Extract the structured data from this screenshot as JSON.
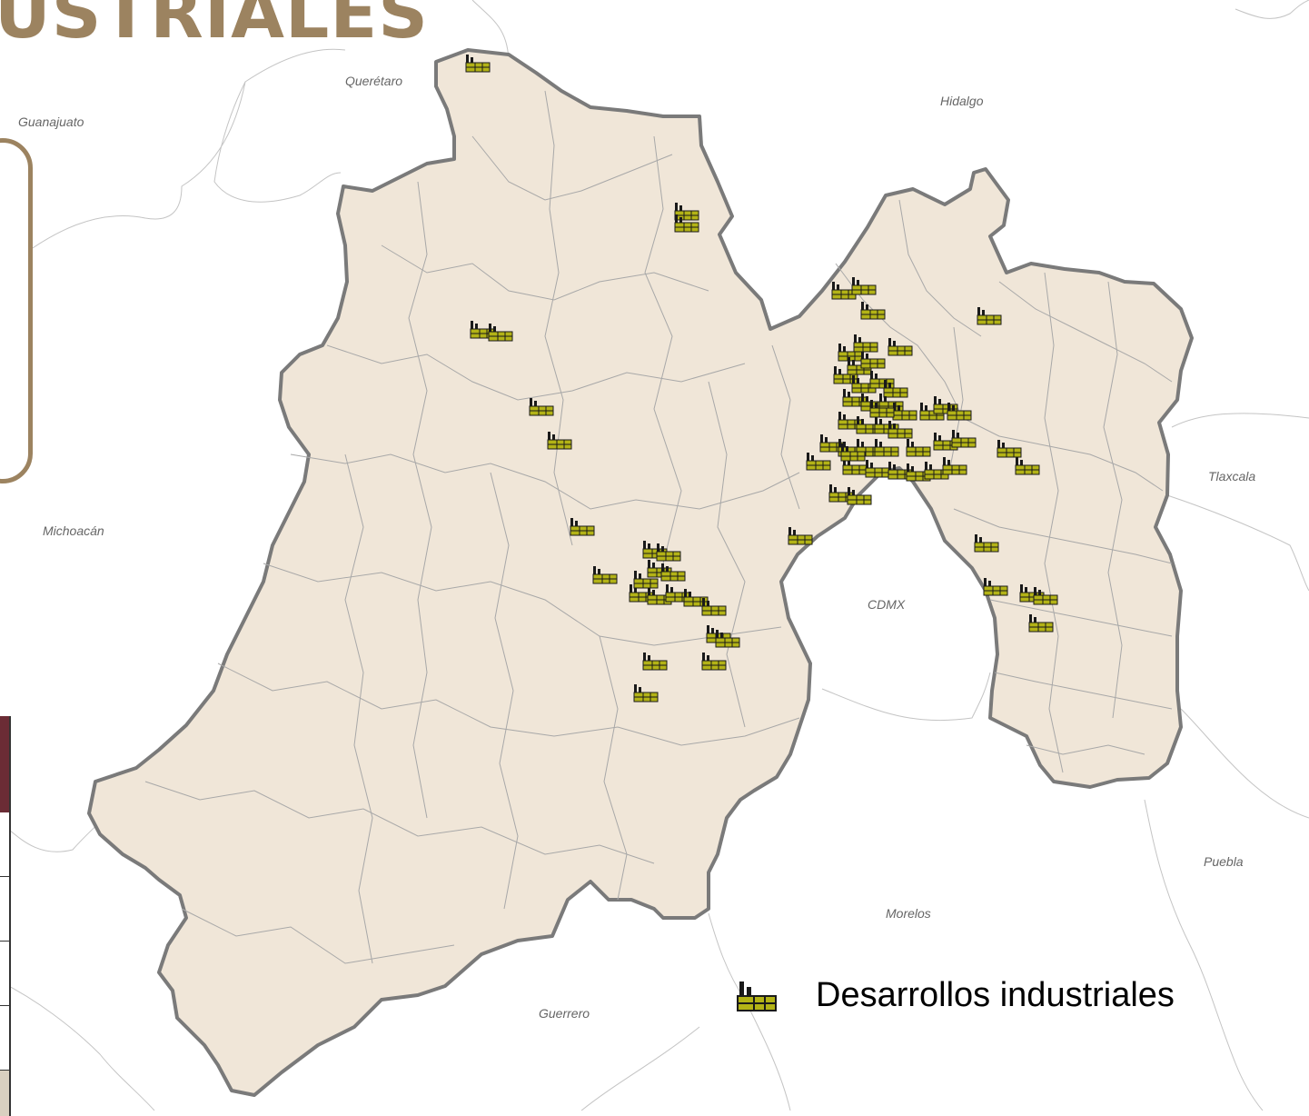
{
  "title_partial": "USTRIALES",
  "states": [
    {
      "name": "Querétaro"
    },
    {
      "name": "Guanajuato"
    },
    {
      "name": "Hidalgo"
    },
    {
      "name": "Tlaxcala"
    },
    {
      "name": "Michoacán"
    },
    {
      "name": "CDMX"
    },
    {
      "name": "Puebla"
    },
    {
      "name": "Morelos"
    },
    {
      "name": "Guerrero"
    }
  ],
  "legend": {
    "label": "Desarrollos industriales",
    "icon": "factory-icon"
  },
  "colors": {
    "state_fill": "#f0e6d8",
    "border": "#7a7a7a",
    "municipal_lines": "#a8a8a8",
    "marker_fill": "#b3b316",
    "marker_outline": "#1a1a1a",
    "title_color": "#9c8360",
    "table_header": "#6b2c35"
  },
  "markers_count": 74
}
